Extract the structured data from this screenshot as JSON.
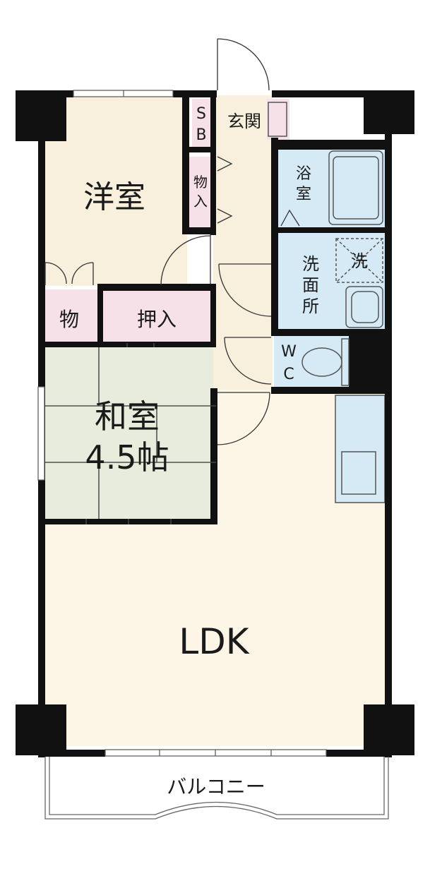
{
  "floorplan": {
    "rooms": {
      "western_room": "洋室",
      "sb_top": "S",
      "sb_bottom": "B",
      "entrance": "玄関",
      "storage_small_top": "物",
      "storage_small_bottom": "入",
      "bath_top": "浴",
      "bath_bottom": "室",
      "washroom_1": "洗",
      "washroom_2": "面",
      "washroom_3": "所",
      "washer": "洗",
      "storage": "物",
      "closet": "押入",
      "wc_top": "W",
      "wc_bottom": "C",
      "japanese_room": "和室",
      "japanese_size": "4.5帖",
      "ldk": "LDK",
      "balcony": "バルコニー"
    },
    "colors": {
      "wall": "#111111",
      "floor_beige": "#f8f0dc",
      "floor_ldk": "#fdf5e6",
      "tatami": "#e8ecdd",
      "storage_pink": "#f6e1e8",
      "water_blue": "#d6eaf6"
    }
  }
}
